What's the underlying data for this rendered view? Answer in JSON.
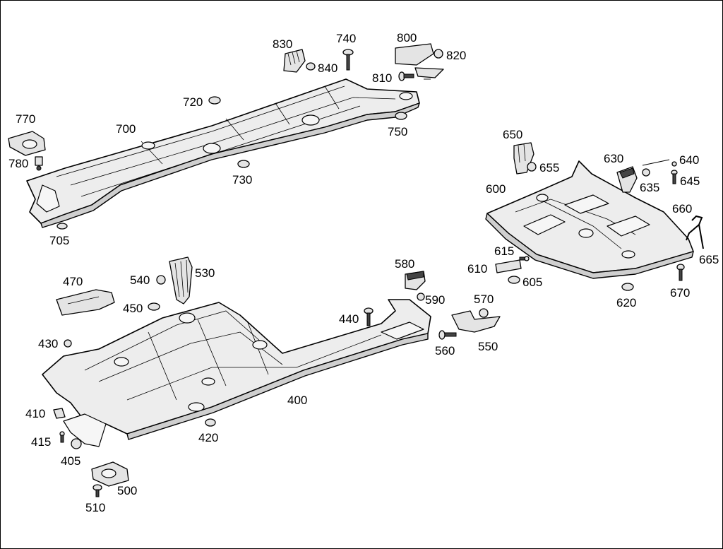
{
  "diagram": {
    "part_numbers": {
      "p400": "400",
      "p405": "405",
      "p410": "410",
      "p415": "415",
      "p420": "420",
      "p430": "430",
      "p440": "440",
      "p450": "450",
      "p470": "470",
      "p500": "500",
      "p510": "510",
      "p530": "530",
      "p540": "540",
      "p550": "550",
      "p560": "560",
      "p570": "570",
      "p580": "580",
      "p590": "590",
      "p600": "600",
      "p605": "605",
      "p610": "610",
      "p615": "615",
      "p620": "620",
      "p630": "630",
      "p635": "635",
      "p640": "640",
      "p645": "645",
      "p650": "650",
      "p655": "655",
      "p660": "660",
      "p665": "665",
      "p670": "670",
      "p700": "700",
      "p705": "705",
      "p720": "720",
      "p730": "730",
      "p740": "740",
      "p750": "750",
      "p770": "770",
      "p780": "780",
      "p800": "800",
      "p810": "810",
      "p820": "820",
      "p830": "830",
      "p840": "840"
    },
    "colors": {
      "line": "#000000",
      "panel_fill": "#ededed",
      "background": "#ffffff"
    }
  }
}
